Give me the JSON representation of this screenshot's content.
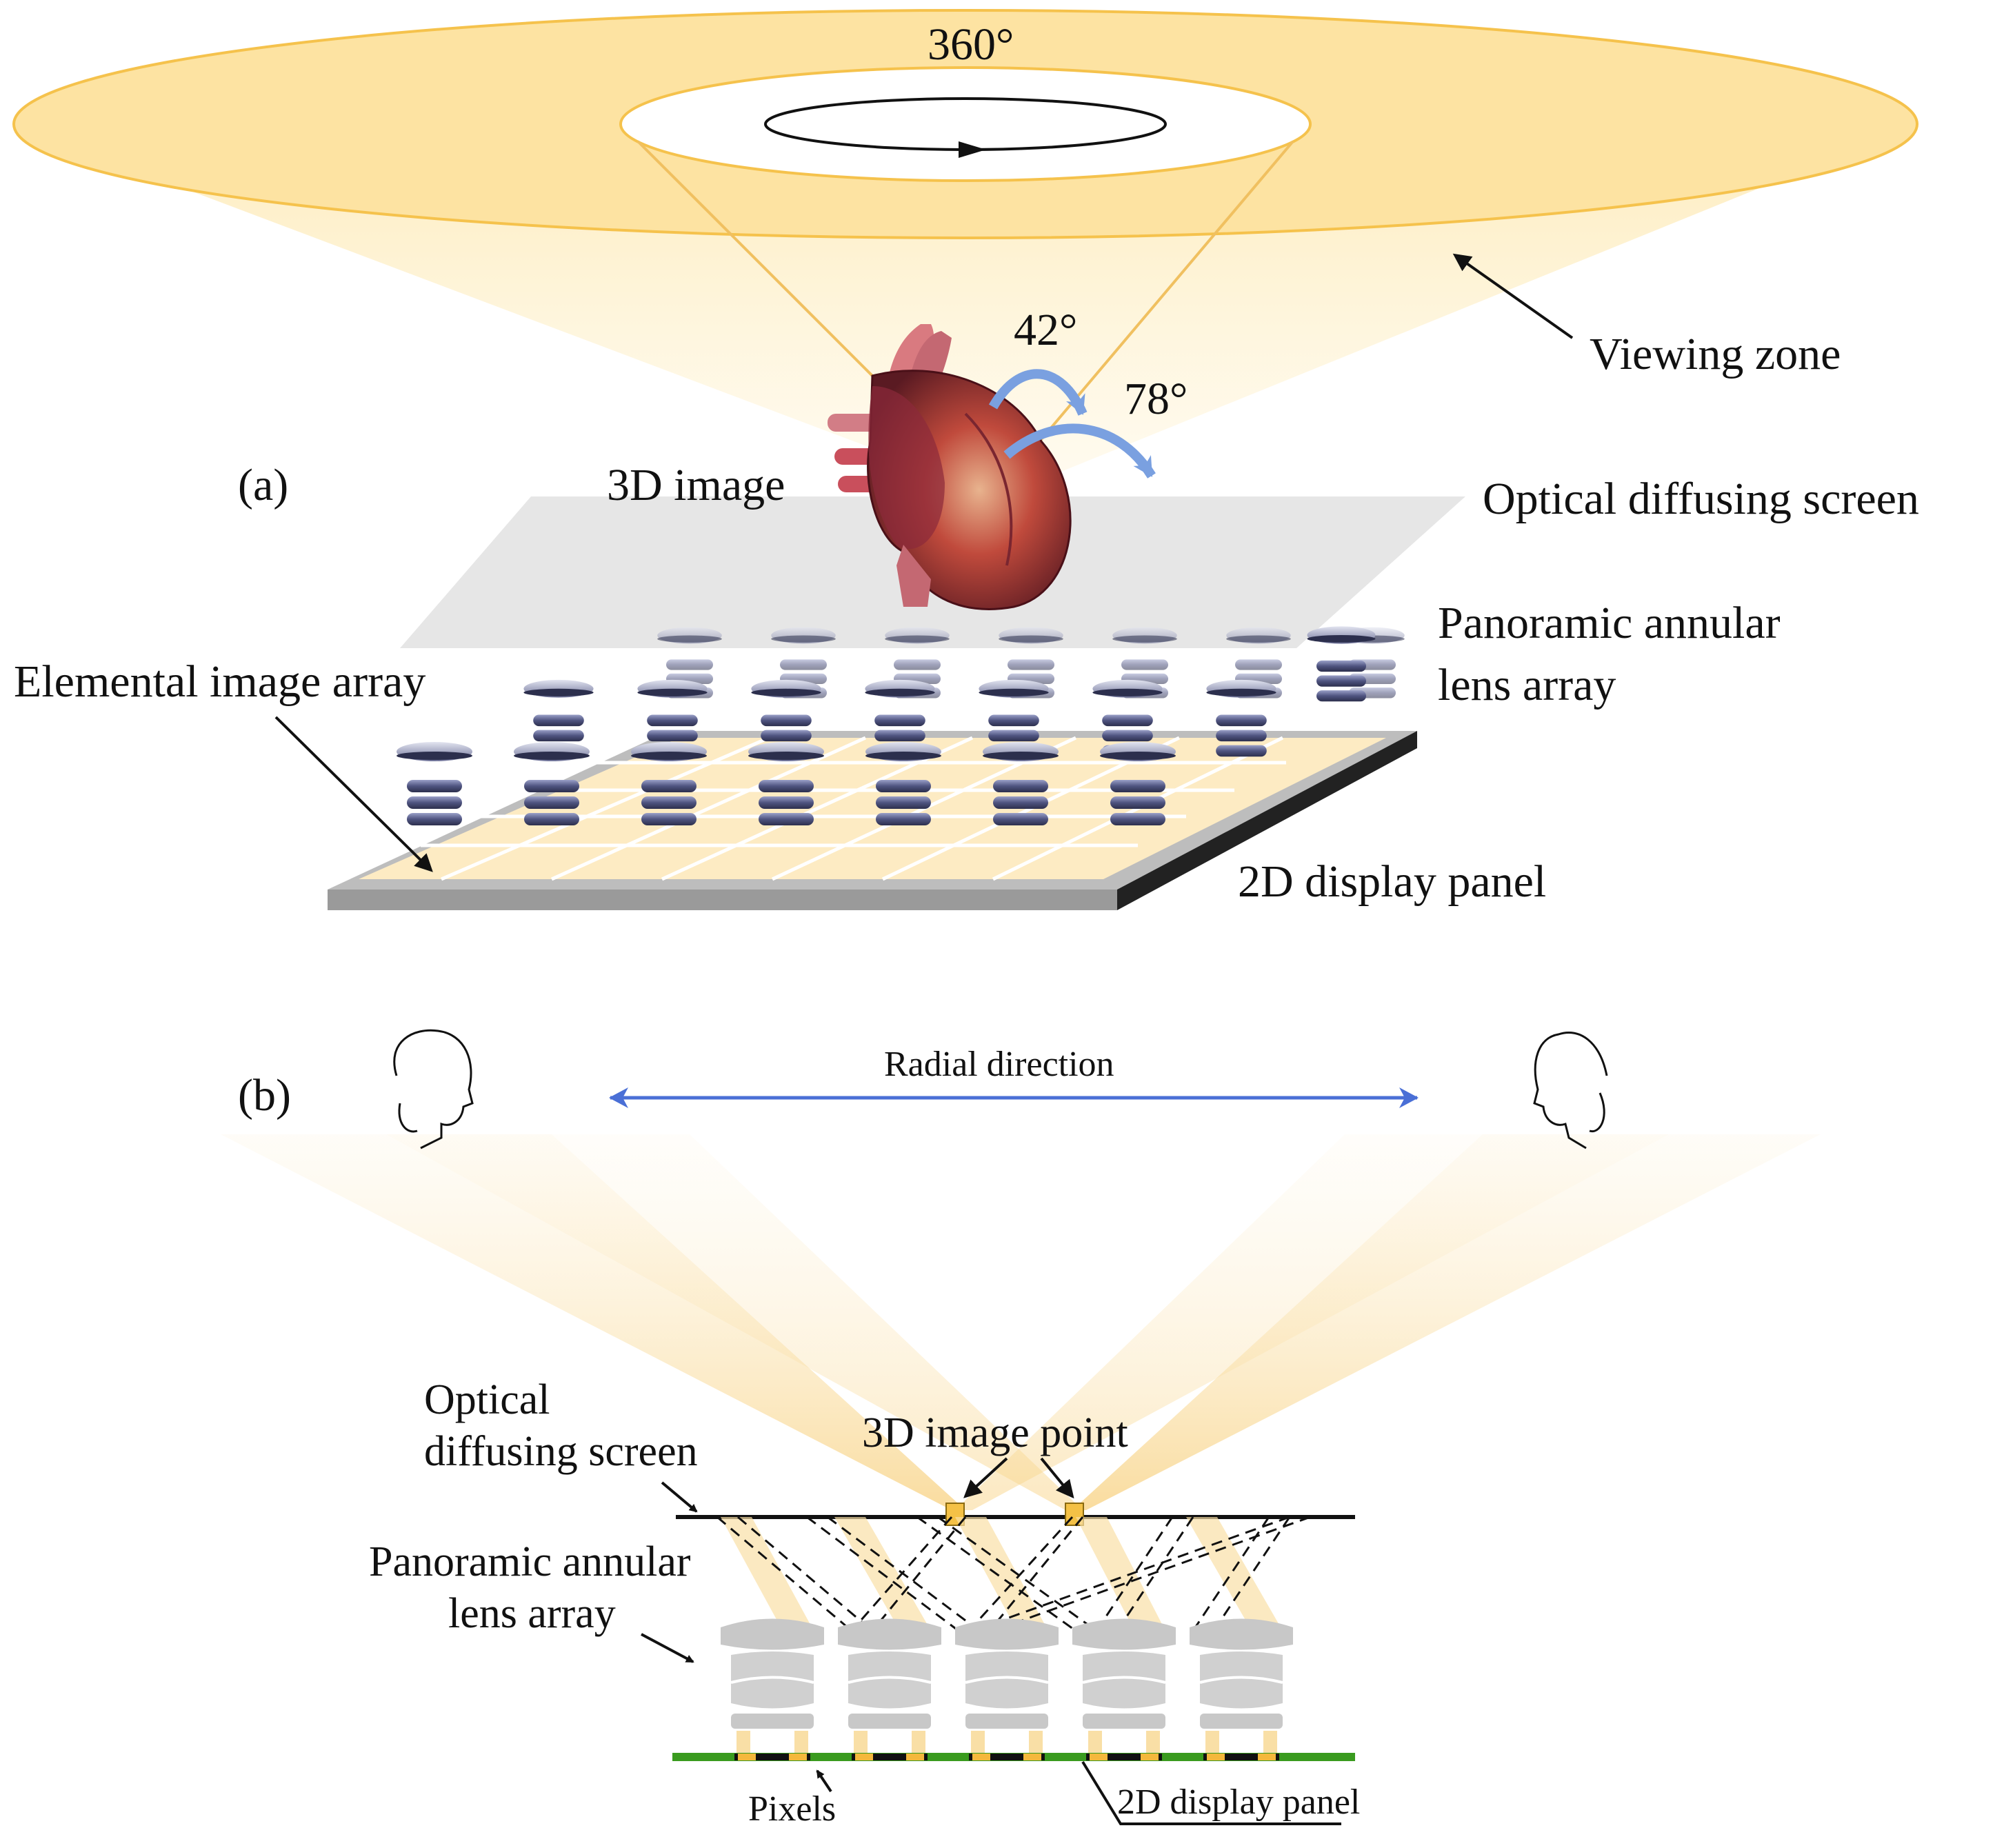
{
  "panel_a": {
    "tag": "(a)",
    "angle_360": "360°",
    "angle_42": "42°",
    "angle_78": "78°",
    "viewing_zone": "Viewing zone",
    "image_3d": "3D image",
    "diffusing_screen": "Optical diffusing screen",
    "lens_array_line1": "Panoramic annular",
    "lens_array_line2": "lens array",
    "elemental_array": "Elemental image array",
    "display_panel": "2D display panel"
  },
  "panel_b": {
    "tag": "(b)",
    "radial_direction": "Radial direction",
    "diffusing_line1": "Optical",
    "diffusing_line2": "diffusing screen",
    "image_point": "3D image point",
    "lens_line1": "Panoramic annular",
    "lens_line2": "lens array",
    "pixels": "Pixels",
    "display_panel": "2D display panel"
  },
  "colors": {
    "cone": "#fde9b0",
    "light": "#f7c75a",
    "arrow_blue": "#4a6fd6",
    "panel_green": "#3a9b1f",
    "pixel_orange": "#f4b83c",
    "lens_blue": "#5a5f86",
    "lens_gray": "#c8c8c8"
  }
}
